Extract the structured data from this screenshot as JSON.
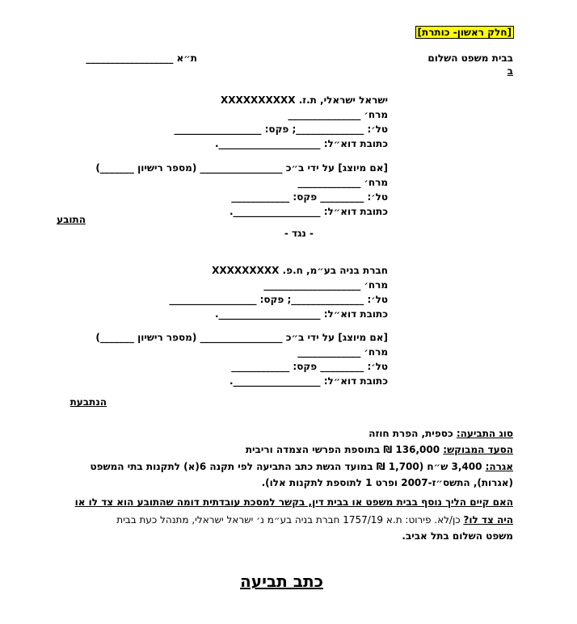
{
  "header": {
    "part_label": "[חלק ראשון- כותרת]",
    "court": "בבית משפט השלום",
    "court_line2": "ב",
    "case_number": "ת״א __________________"
  },
  "plaintiff": {
    "name_line": "ישראל ישראלי, ת.ז. XXXXXXXXXX",
    "street": "מרח׳ _______________",
    "phone": "טל׳: ______________; פקס: __________________",
    "email": "כתובת דוא״ל: _____________________.",
    "rep_line": "[אם מיוצג] על ידי ב״כ _________________ (מספר רישיון _______)",
    "rep_street": "מרח׳ _____________",
    "rep_phone": "טל׳: _________ פקס: ____________",
    "rep_email": "כתובת דוא״ל: __________________.",
    "role": "התובע"
  },
  "versus": "- נגד -",
  "defendant": {
    "name_line": "חברת בניה בע״מ, ח.פ. XXXXXXXXX",
    "street": "מרח׳ ____________________",
    "phone": "טל׳: _______________; פקס: __________________",
    "email": "כתובת דוא״ל: _____________________.",
    "rep_line": "[אם מיוצג] על ידי ב״כ _________________ (מספר רישיון _______)",
    "rep_street": "מרח׳ _____________",
    "rep_phone": "טל׳: _________ פקס: ____________",
    "rep_email": "כתובת דוא״ל: __________________.",
    "role": "הנתבעת"
  },
  "details": {
    "claim_type_label": "סוג התביעה:",
    "claim_type_value": " כספית, הפרת חוזה",
    "relief_label": "הסעד המבוקש:",
    "relief_value": " 136,000 ₪ בתוספת הפרשי הצמדה וריבית",
    "fee_label": "אגרה:",
    "fee_value": " 3,400 ש״ח (1,700 ₪ במועד הגשת כתב התביעה לפי תקנה 6(א) לתקנות בתי המשפט",
    "fee_value2": "(אגרות), התשס״ז-2007 ופרט 1 לתוספת לתקנות אלו).",
    "other_case_q1": "האם קיים הליך נוסף בבית משפט או בבית דין, בקשר למסכת עובדתית דומה שהתובע הוא צד לו או",
    "other_case_q2": "היה צד לו?",
    "other_case_a": " כן/לא. פירוט: ת.א 1757/19 חברת בניה בע״מ נ׳ ישראל ישראלי, מתנהל כעת בבית",
    "other_case_a2": "משפט השלום בתל אביב."
  },
  "doc_title": "כתב תביעה"
}
